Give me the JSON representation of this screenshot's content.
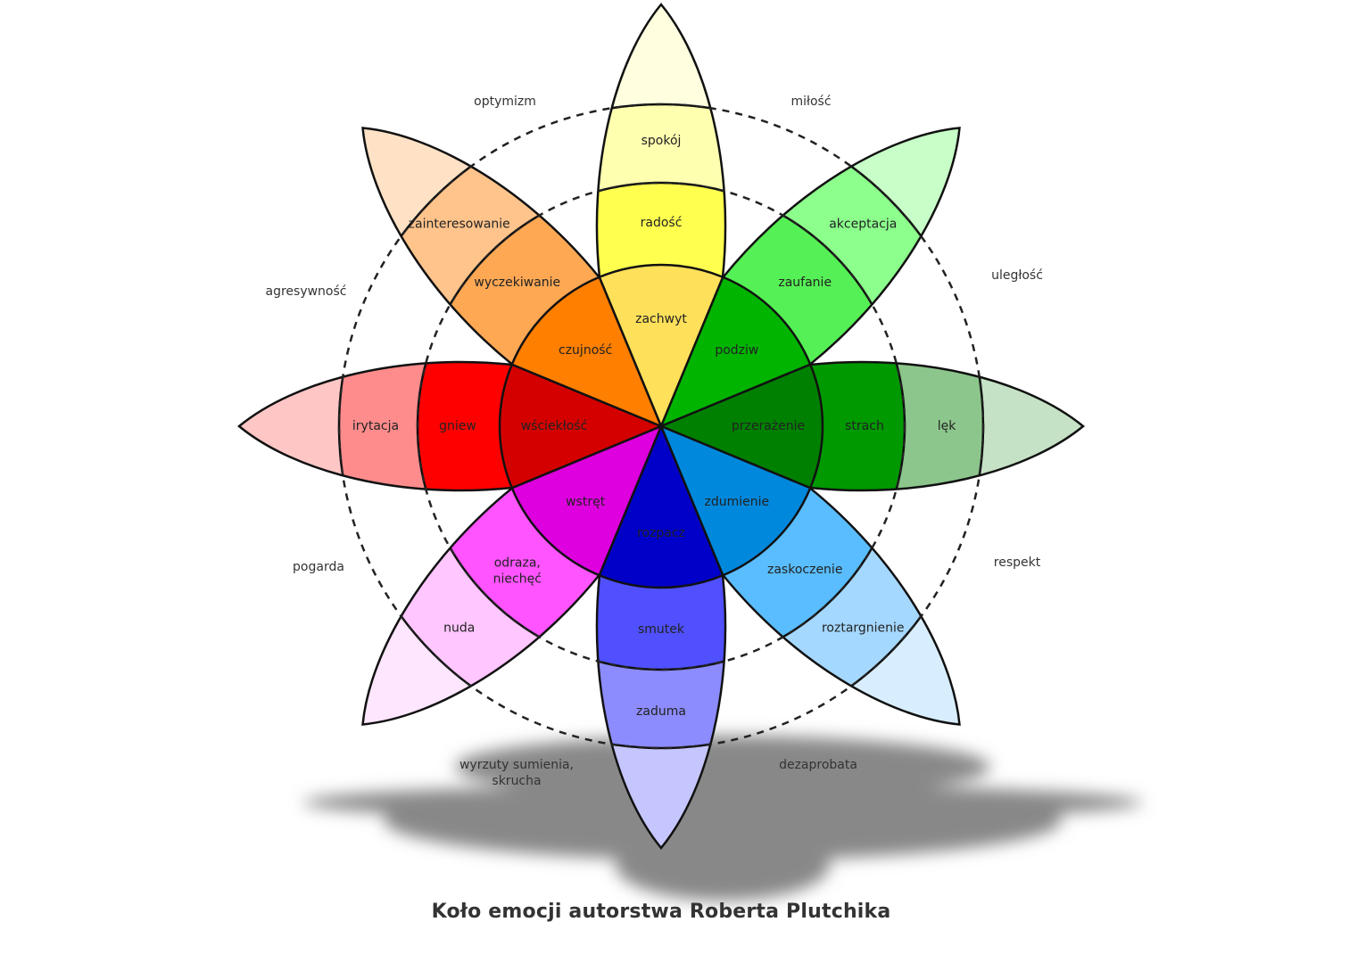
{
  "title": "Koło emocji autorstwa Roberta Plutchika",
  "petals": [
    {
      "name": "joy",
      "colors": [
        "#FFE05A",
        "#FFFF50",
        "#FFFFB0",
        "#FFFFE0"
      ],
      "labels": [
        "zachwyt",
        "radość",
        "spokój"
      ],
      "light_text": false
    },
    {
      "name": "trust",
      "colors": [
        "#00B400",
        "#55F055",
        "#8CFF8C",
        "#C8FFC8"
      ],
      "labels": [
        "podziw",
        "zaufanie",
        "akceptacja"
      ],
      "light_text": false
    },
    {
      "name": "fear",
      "colors": [
        "#008000",
        "#009900",
        "#8CC68C",
        "#C6E2C6"
      ],
      "labels": [
        "przerażenie",
        "strach",
        "lęk"
      ],
      "light_text": false
    },
    {
      "name": "surprise",
      "colors": [
        "#0088DD",
        "#59BDFF",
        "#A5D8FF",
        "#D8EEFF"
      ],
      "labels": [
        "zdumienie",
        "zaskoczenie",
        "roztargnienie"
      ],
      "light_text": false
    },
    {
      "name": "sadness",
      "colors": [
        "#0000C8",
        "#5050FF",
        "#8C8CFF",
        "#C6C6FF"
      ],
      "labels": [
        "rozpacz",
        "smutek",
        "zaduma"
      ],
      "light_text": true
    },
    {
      "name": "disgust",
      "colors": [
        "#DE00DE",
        "#FF54FF",
        "#FFC6FF",
        "#FFE6FF"
      ],
      "labels": [
        "wstręt",
        "odraza, niechęć",
        "nuda"
      ],
      "light_text": false
    },
    {
      "name": "anger",
      "colors": [
        "#D40000",
        "#FF0000",
        "#FF8C8C",
        "#FFC6C6"
      ],
      "labels": [
        "wściekłość",
        "gniew",
        "irytacja"
      ],
      "light_text": false
    },
    {
      "name": "anticipation",
      "colors": [
        "#FF7F00",
        "#FFA854",
        "#FFC48C",
        "#FFE2C6"
      ],
      "labels": [
        "czujność",
        "wyczekiwanie",
        "zainteresowanie"
      ],
      "light_text": false
    }
  ],
  "dyads": [
    "miłość",
    "uległość",
    "respekt",
    "dezaprobata",
    "wyrzuty sumienia, skrucha",
    "pogarda",
    "agresywność",
    "optymizm"
  ]
}
